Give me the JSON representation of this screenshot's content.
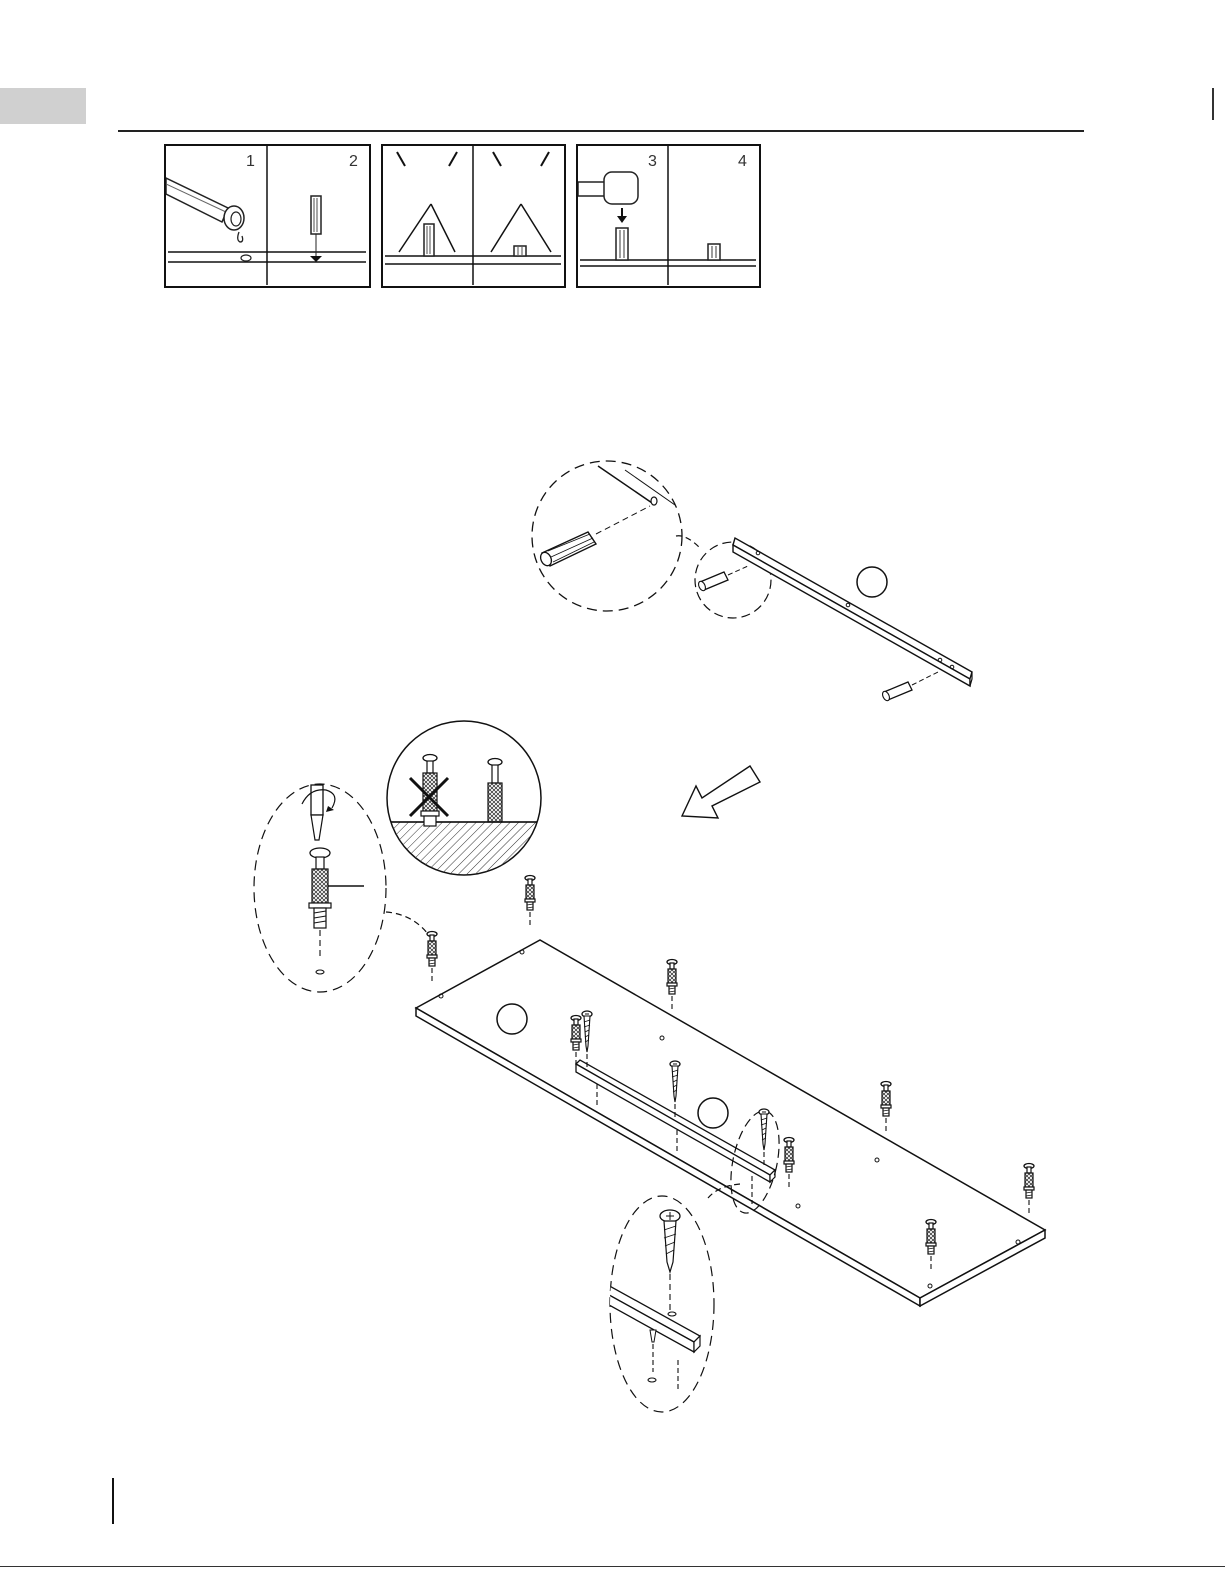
{
  "steps": {
    "step1": "1",
    "step2": "2",
    "step3": "3",
    "step4": "4"
  },
  "icons": {
    "glue": "glue-bottle-icon",
    "dowel": "wooden-dowel-icon",
    "mallet": "mallet-icon",
    "cam_bolt": "cam-bolt-icon",
    "screw": "wood-screw-icon",
    "screwdriver": "screwdriver-icon",
    "arrow": "arrow-down-left-icon"
  },
  "colors": {
    "ink": "#1a1a1a",
    "tab_gray": "#d0d0d0"
  }
}
